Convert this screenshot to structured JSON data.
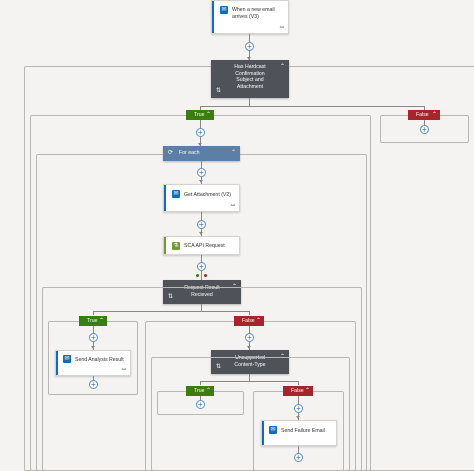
{
  "trigger": {
    "label_line1": "When a new email",
    "label_line2": "arrives (V3)",
    "link_icon": "link-icon",
    "app_icon": "outlook-icon"
  },
  "condition1": {
    "line1": "Has Hardcast",
    "line2": "Confirmation",
    "line3": "Subject and",
    "line4": "Attachment",
    "collapse_icon": "chevron-up-icon",
    "condition_icon": "condition-icon"
  },
  "branch_labels": {
    "true": "True",
    "false": "False"
  },
  "foreach": {
    "label": "For each",
    "icon": "loop-icon"
  },
  "get_attachment": {
    "label": "Get Attachment (V2)",
    "link_icon": "link-icon",
    "app_icon": "outlook-icon"
  },
  "sca_api": {
    "label": "SCA API Request",
    "app_icon": "http-icon"
  },
  "condition2": {
    "line1": "Request Result",
    "line2": "Recieved"
  },
  "send_analysis": {
    "label": "Send Analysis Result",
    "app_icon": "outlook-icon"
  },
  "condition3": {
    "line1": "Unsupported",
    "line2": "Content-Type"
  },
  "send_failure": {
    "label": "Send Failure Email",
    "app_icon": "outlook-icon"
  },
  "colors": {
    "condition": "#4f5258",
    "foreach": "#5b7fa6",
    "true": "#3b7d0f",
    "false": "#a4262c",
    "outlook": "#0f6cbd",
    "http": "#6f9a2c"
  }
}
